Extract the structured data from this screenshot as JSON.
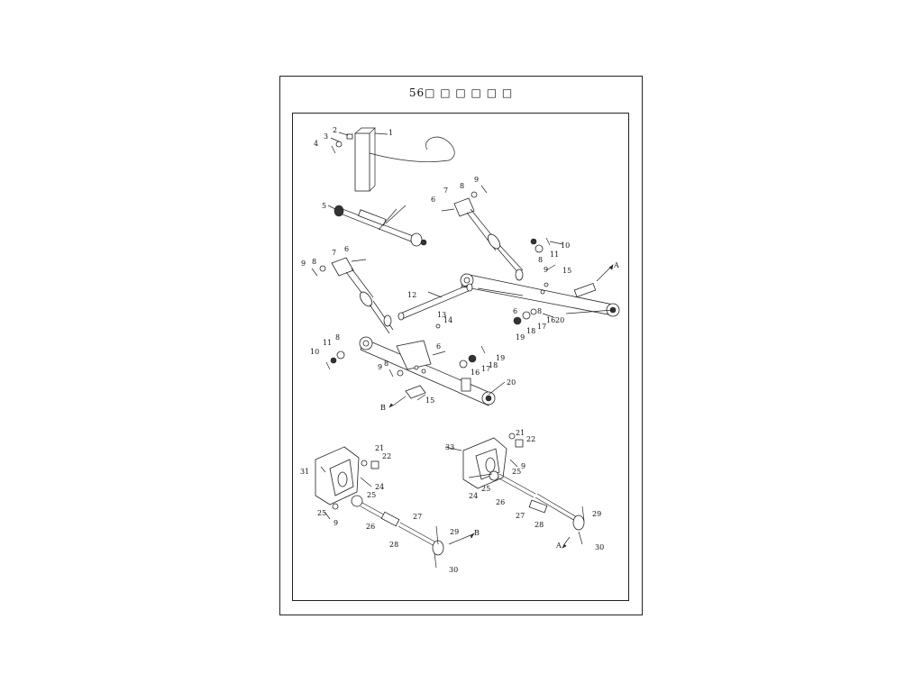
{
  "page": {
    "title": "56□ □ □ □ □ □"
  },
  "callouts": [
    {
      "id": "c1",
      "text": "1"
    },
    {
      "id": "c2",
      "text": "2"
    },
    {
      "id": "c3",
      "text": "3"
    },
    {
      "id": "c4",
      "text": "4"
    },
    {
      "id": "c5",
      "text": "5"
    },
    {
      "id": "c6a",
      "text": "6"
    },
    {
      "id": "c7a",
      "text": "7"
    },
    {
      "id": "c8a",
      "text": "8"
    },
    {
      "id": "c9a",
      "text": "9"
    },
    {
      "id": "c10a",
      "text": "10"
    },
    {
      "id": "c11a",
      "text": "11"
    },
    {
      "id": "c8b",
      "text": "8"
    },
    {
      "id": "c9b",
      "text": "9"
    },
    {
      "id": "c15a",
      "text": "15"
    },
    {
      "id": "cAa",
      "text": "A"
    },
    {
      "id": "c6b",
      "text": "6"
    },
    {
      "id": "c7b",
      "text": "7"
    },
    {
      "id": "c9c",
      "text": "9"
    },
    {
      "id": "c8c",
      "text": "8"
    },
    {
      "id": "c12",
      "text": "12"
    },
    {
      "id": "c13",
      "text": "13"
    },
    {
      "id": "c14",
      "text": "14"
    },
    {
      "id": "c6c",
      "text": "6"
    },
    {
      "id": "c8d",
      "text": "8"
    },
    {
      "id": "c16a",
      "text": "16"
    },
    {
      "id": "c17a",
      "text": "17"
    },
    {
      "id": "c18a",
      "text": "18"
    },
    {
      "id": "c19a",
      "text": "19"
    },
    {
      "id": "c20a",
      "text": "20"
    },
    {
      "id": "c10b",
      "text": "10"
    },
    {
      "id": "c11b",
      "text": "11"
    },
    {
      "id": "c8e",
      "text": "8"
    },
    {
      "id": "c6d",
      "text": "6"
    },
    {
      "id": "c19b",
      "text": "19"
    },
    {
      "id": "c18b",
      "text": "18"
    },
    {
      "id": "c17b",
      "text": "17"
    },
    {
      "id": "c16b",
      "text": "16"
    },
    {
      "id": "c9d",
      "text": "9"
    },
    {
      "id": "c8f",
      "text": "8"
    },
    {
      "id": "c20b",
      "text": "20"
    },
    {
      "id": "c15b",
      "text": "15"
    },
    {
      "id": "cBa",
      "text": "B"
    },
    {
      "id": "c31",
      "text": "31"
    },
    {
      "id": "c21a",
      "text": "21"
    },
    {
      "id": "c22a",
      "text": "22"
    },
    {
      "id": "c24a",
      "text": "24"
    },
    {
      "id": "c25a",
      "text": "25"
    },
    {
      "id": "c25b",
      "text": "25"
    },
    {
      "id": "c9e",
      "text": "9"
    },
    {
      "id": "c26a",
      "text": "26"
    },
    {
      "id": "c27a",
      "text": "27"
    },
    {
      "id": "c28a",
      "text": "28"
    },
    {
      "id": "c29a",
      "text": "29"
    },
    {
      "id": "cBb",
      "text": "B"
    },
    {
      "id": "c30a",
      "text": "30"
    },
    {
      "id": "c33",
      "text": "33"
    },
    {
      "id": "c21b",
      "text": "21"
    },
    {
      "id": "c22b",
      "text": "22"
    },
    {
      "id": "c25c",
      "text": "25"
    },
    {
      "id": "c9f",
      "text": "9"
    },
    {
      "id": "c24b",
      "text": "24"
    },
    {
      "id": "c25d",
      "text": "25"
    },
    {
      "id": "c26b",
      "text": "26"
    },
    {
      "id": "c27b",
      "text": "27"
    },
    {
      "id": "c28b",
      "text": "28"
    },
    {
      "id": "c29b",
      "text": "29"
    },
    {
      "id": "cAb",
      "text": "A"
    },
    {
      "id": "c30b",
      "text": "30"
    }
  ]
}
